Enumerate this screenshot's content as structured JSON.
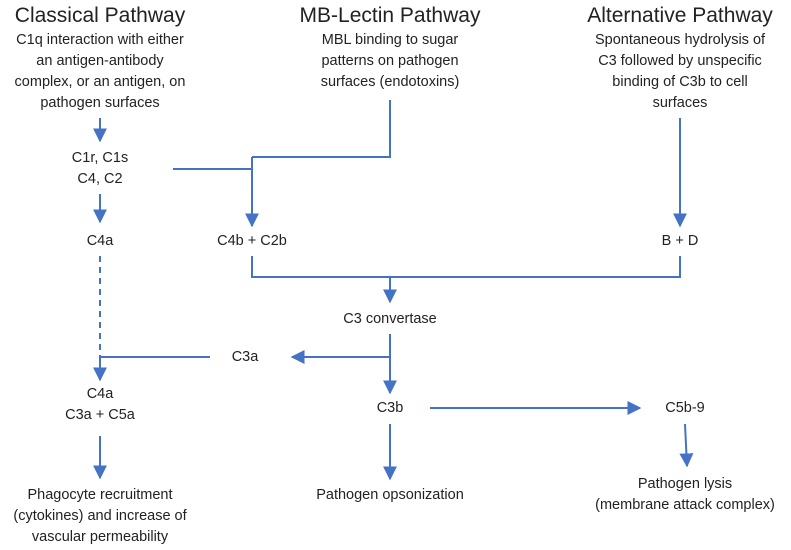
{
  "colors": {
    "connector": "#4472C4",
    "text": "#222222",
    "background": "#ffffff"
  },
  "pathways": {
    "classical": {
      "title": "Classical Pathway",
      "description": [
        "C1q interaction with either",
        "an antigen-antibody",
        "complex, or an antigen, on",
        "pathogen surfaces"
      ]
    },
    "lectin": {
      "title": "MB-Lectin Pathway",
      "description": [
        "MBL binding to sugar",
        "patterns on pathogen",
        "surfaces (endotoxins)"
      ]
    },
    "alternative": {
      "title": "Alternative Pathway",
      "description": [
        "Spontaneous hydrolysis of",
        "C3 followed by unspecific",
        "binding of C3b to cell",
        "surfaces"
      ]
    }
  },
  "nodes": {
    "c1": [
      "C1r, C1s",
      "C4, C2"
    ],
    "c4a_top": "C4a",
    "c4b_c2b": "C4b + C2b",
    "b_d": "B + D",
    "c3_convertase": "C3 convertase",
    "c3a": "C3a",
    "c4a_c3a_c5a": [
      "C4a",
      "C3a + C5a"
    ],
    "c3b": "C3b",
    "c5b9": "C5b-9",
    "phagocyte": [
      "Phagocyte recruitment",
      "(cytokines) and  increase of",
      "vascular permeability"
    ],
    "opsonization": "Pathogen opsonization",
    "lysis": [
      "Pathogen lysis",
      "(membrane attack complex)"
    ]
  }
}
